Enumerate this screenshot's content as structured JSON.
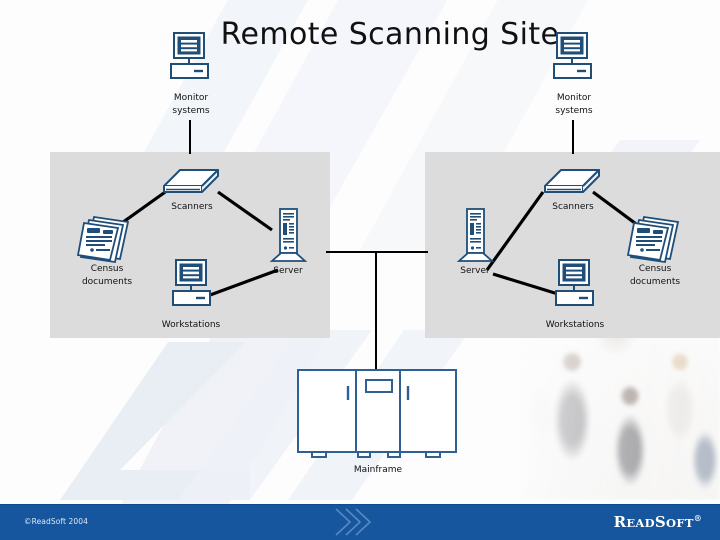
{
  "slide": {
    "title": "Remote Scanning Site",
    "background_color": "#fdfdfe",
    "panel_color": "#dcdcdc",
    "icon_color": "#1f4e79",
    "line_color": "#000000"
  },
  "monitor_systems": {
    "left": {
      "label_line1": "Monitor",
      "label_line2": "systems",
      "icon": "monitor-icon"
    },
    "right": {
      "label_line1": "Monitor",
      "label_line2": "systems",
      "icon": "monitor-icon"
    }
  },
  "sites": [
    {
      "id": "left-site",
      "nodes": [
        {
          "id": "scanners",
          "label": "Scanners",
          "icon": "scanner-icon"
        },
        {
          "id": "census",
          "label_line1": "Census",
          "label_line2": "documents",
          "icon": "documents-icon"
        },
        {
          "id": "server",
          "label": "Server",
          "icon": "server-icon"
        },
        {
          "id": "workstations",
          "label": "Workstations",
          "icon": "workstation-icon"
        }
      ]
    },
    {
      "id": "right-site",
      "nodes": [
        {
          "id": "scanners",
          "label": "Scanners",
          "icon": "scanner-icon"
        },
        {
          "id": "census",
          "label_line1": "Census",
          "label_line2": "documents",
          "icon": "documents-icon"
        },
        {
          "id": "server",
          "label": "Server",
          "icon": "server-icon"
        },
        {
          "id": "workstations",
          "label": "Workstations",
          "icon": "workstation-icon"
        }
      ]
    }
  ],
  "mainframe": {
    "label": "Mainframe",
    "icon": "mainframe-icon"
  },
  "footer": {
    "copyright": "©ReadSoft 2004",
    "brand_part1": "R",
    "brand_part2": "EAD",
    "brand_part3": "S",
    "brand_part4": "OFT",
    "brand_registered": "®",
    "logo": "chevron-logo",
    "background_color": "#15569e"
  }
}
